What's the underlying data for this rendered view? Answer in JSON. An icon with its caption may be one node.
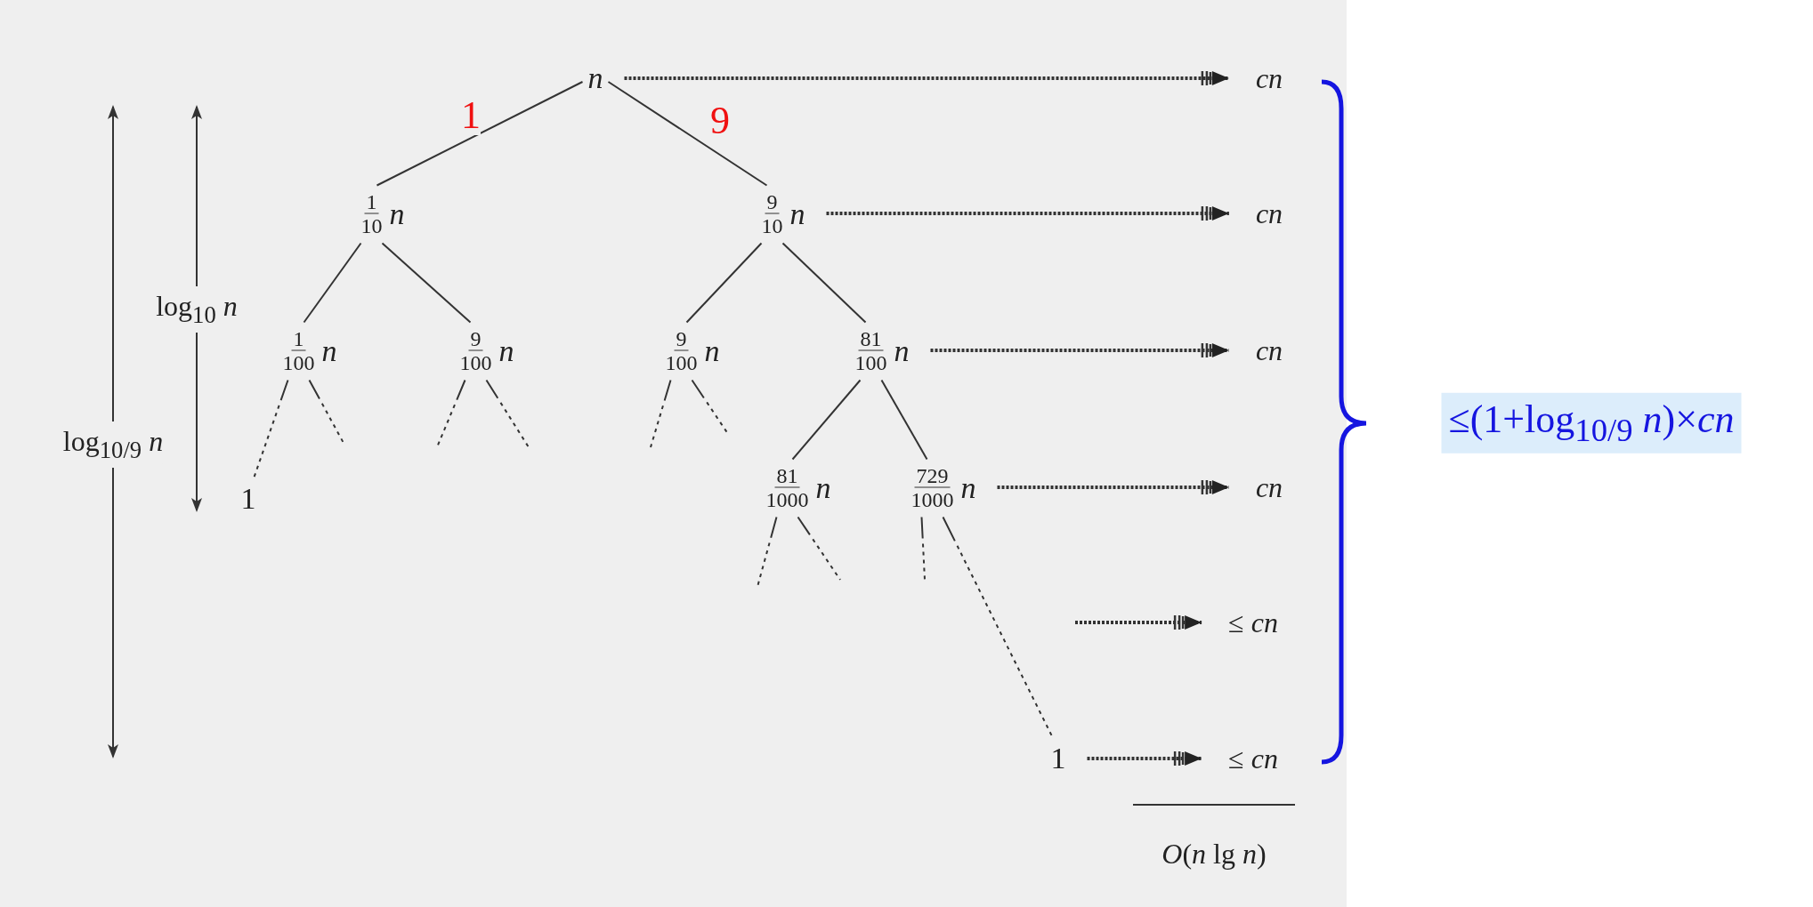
{
  "diagram": {
    "nodes": [
      {
        "text": [
          "n"
        ]
      },
      {
        "text": [
          "1",
          "10",
          "n"
        ]
      },
      {
        "text": [
          "9",
          "10",
          "n"
        ]
      },
      {
        "text": [
          "1",
          "100",
          "n"
        ]
      },
      {
        "text": [
          "9",
          "100",
          "n"
        ]
      },
      {
        "text": [
          "9",
          "100",
          "n"
        ]
      },
      {
        "text": [
          "81",
          "100",
          "n"
        ]
      },
      {
        "text": [
          "1"
        ]
      },
      {
        "text": [
          "81",
          "1000",
          "n"
        ]
      },
      {
        "text": [
          "729",
          "1000",
          "n"
        ]
      },
      {
        "text": [
          "1"
        ]
      },
      {
        "text": [
          "cn"
        ]
      },
      {
        "text": [
          "cn"
        ]
      },
      {
        "text": [
          "cn"
        ]
      },
      {
        "text": [
          "cn"
        ]
      },
      {
        "text": [
          "≤ *cn*"
        ]
      },
      {
        "text": [
          "≤ *cn*"
        ]
      },
      {
        "text": [
          "≤(1+log$_{10/9}$ *n*)×*cn*"
        ]
      }
    ],
    "edges": [
      {
        "from": 0,
        "to": 1,
        "arrow": "none",
        "label": "1"
      },
      {
        "from": 0,
        "to": 2,
        "arrow": "none",
        "label": "9"
      },
      {
        "from": 1,
        "to": 3,
        "arrow": "none"
      },
      {
        "from": 1,
        "to": 4,
        "arrow": "none"
      },
      {
        "from": 2,
        "to": 5,
        "arrow": "none"
      },
      {
        "from": 2,
        "to": 6,
        "arrow": "none"
      },
      {
        "from": 3,
        "to": 7,
        "arrow": "none",
        "style": "dashed"
      },
      {
        "from": 3,
        "to": null,
        "arrow": "none",
        "style": "dashed"
      },
      {
        "from": 4,
        "to": null,
        "arrow": "none",
        "style": "dashed"
      },
      {
        "from": 4,
        "to": null,
        "arrow": "none",
        "style": "dashed"
      },
      {
        "from": 5,
        "to": null,
        "arrow": "none",
        "style": "dashed"
      },
      {
        "from": 5,
        "to": null,
        "arrow": "none",
        "style": "dashed"
      },
      {
        "from": 6,
        "to": 8,
        "arrow": "none"
      },
      {
        "from": 6,
        "to": 9,
        "arrow": "none"
      },
      {
        "from": 8,
        "to": null,
        "arrow": "none",
        "style": "dashed"
      },
      {
        "from": 8,
        "to": null,
        "arrow": "none",
        "style": "dashed"
      },
      {
        "from": 9,
        "to": null,
        "arrow": "none",
        "style": "dashed"
      },
      {
        "from": 9,
        "to": 10,
        "arrow": "none",
        "style": "dashed"
      },
      {
        "from": 0,
        "to": 11,
        "arrow": "to",
        "style": "dashed"
      },
      {
        "from": 2,
        "to": 12,
        "arrow": "to",
        "style": "dashed"
      },
      {
        "from": 6,
        "to": 13,
        "arrow": "to",
        "style": "dashed"
      },
      {
        "from": 9,
        "to": 14,
        "arrow": "to",
        "style": "dashed"
      },
      {
        "from": null,
        "to": 15,
        "arrow": "to",
        "style": "dashed"
      },
      {
        "from": 10,
        "to": 16,
        "arrow": "to",
        "style": "dashed"
      }
    ],
    "labels": [
      "log$_{10}$ *n*",
      "log$_{10/9}$ *n*",
      "*O*(*n* lg *n*)"
    ]
  }
}
